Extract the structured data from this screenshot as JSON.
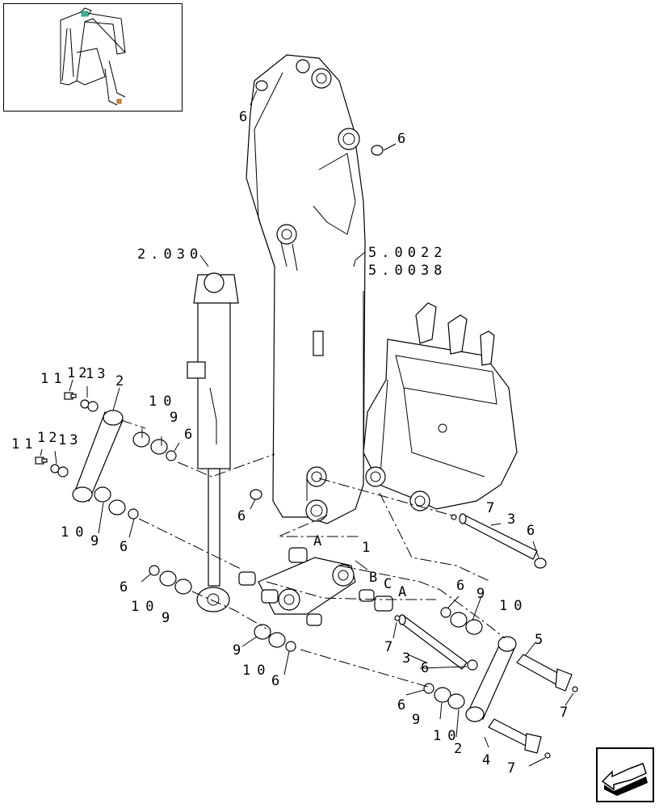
{
  "references": {
    "cylinder": "2.030",
    "arm_1": "5.0022",
    "arm_2": "5.0038"
  },
  "callouts": {
    "n1": "1",
    "n2": "2",
    "n3": "3",
    "n4": "4",
    "n5": "5",
    "n6": "6",
    "n7": "7",
    "n9": "9",
    "n10": "10",
    "n11": "11",
    "n12": "12",
    "n13": "13",
    "A": "A",
    "B": "B",
    "C": "C"
  },
  "icons": {
    "nav": "arrow-back-icon",
    "thumbnail": "excavator-thumbnail-icon"
  }
}
